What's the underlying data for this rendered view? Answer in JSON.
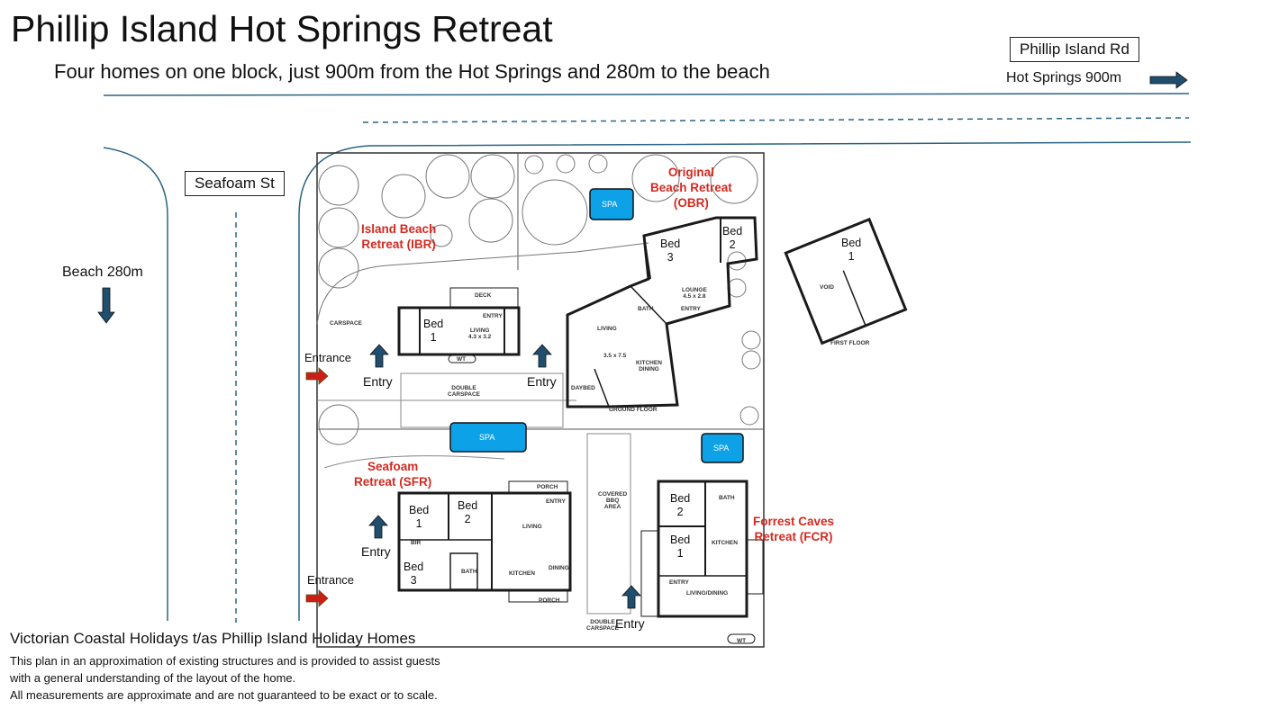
{
  "title": "Phillip Island Hot Springs Retreat",
  "subtitle": "Four homes on one block, just 900m from the Hot Springs and 280m to the beach",
  "roads": {
    "phillip_island_rd": "Phillip Island Rd",
    "hot_springs": "Hot Springs 900m",
    "seafoam_st": "Seafoam St",
    "beach": "Beach 280m"
  },
  "homes": {
    "ibr": "Island Beach\nRetreat (IBR)",
    "obr": "Original\nBeach Retreat\n(OBR)",
    "sfr": "Seafoam\nRetreat (SFR)",
    "fcr": "Forrest Caves\nRetreat (FCR)"
  },
  "rooms": {
    "ibr_bed1": "Bed\n1",
    "obr_bed3": "Bed\n3",
    "obr_bed2": "Bed\n2",
    "obr_first_bed1": "Bed\n1",
    "sfr_bed1": "Bed\n1",
    "sfr_bed2": "Bed\n2",
    "sfr_bed3": "Bed\n3",
    "fcr_bed2": "Bed\n2",
    "fcr_bed1": "Bed\n1"
  },
  "spa_label": "SPA",
  "labels": {
    "entrance": "Entrance",
    "entry": "Entry"
  },
  "plan_text": {
    "deck": "DECK",
    "entry": "ENTRY",
    "bath": "BATH",
    "living_ibr": "LIVING\n4.3 x 3.2",
    "kitchen": "KITCHEN",
    "wt": "WT",
    "carspace": "CARSPACE",
    "double_carspace": "DOUBLE\nCARSPACE",
    "lounge": "LOUNGE\n4.5 x 2.8",
    "living": "LIVING",
    "living_size": "3.5 x 7.5",
    "kitchen_dining": "KITCHEN\nDINING",
    "daybed": "DAYBED",
    "ground_floor": "GROUND FLOOR",
    "void": "VOID",
    "first_floor": "FIRST FLOOR",
    "porch": "PORCH",
    "bir": "BIR",
    "dining": "DINING",
    "covered_bbq": "COVERED\nBBQ\nAREA",
    "living_dining": "LIVING/DINING"
  },
  "footer": {
    "company": "Victorian Coastal Holidays t/as Phillip Island Holiday Homes",
    "line1": "This plan in an approximation of existing structures and is provided to assist guests",
    "line2": "with a general understanding of the layout of the home.",
    "line3": "All measurements are approximate and are not guaranteed to be exact or to scale."
  },
  "colors": {
    "road": "#2a6383",
    "arrow": "#1f4e6e",
    "entrance_arrow": "#cc1d16",
    "spa": "#0da2e8",
    "home_label": "#d42a20",
    "wall": "#1a1a1a"
  }
}
